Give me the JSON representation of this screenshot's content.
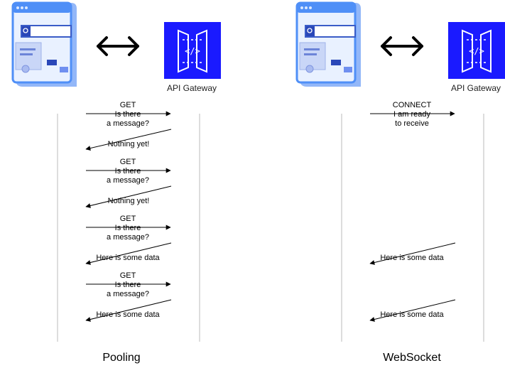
{
  "pooling": {
    "caption": "Pooling",
    "gateway_label": "API Gateway",
    "exchanges": [
      {
        "request": [
          "GET",
          "Is there",
          "a message?"
        ],
        "response": "Nothing yet!"
      },
      {
        "request": [
          "GET",
          "Is there",
          "a message?"
        ],
        "response": "Nothing yet!"
      },
      {
        "request": [
          "GET",
          "Is there",
          "a message?"
        ],
        "response": "Here is some data"
      },
      {
        "request": [
          "GET",
          "Is there",
          "a message?"
        ],
        "response": "Here is some data"
      }
    ]
  },
  "websocket": {
    "caption": "WebSocket",
    "gateway_label": "API Gateway",
    "connect": [
      "CONNECT",
      "I am ready",
      "to receive"
    ],
    "pushes": [
      "Here is some data",
      "Here is some data"
    ]
  },
  "colors": {
    "gateway_blue": "#1a1aff",
    "browser_blue": "#4f8ff7",
    "browser_light": "#dbe8ff",
    "lifeline": "#bbbbbb"
  }
}
